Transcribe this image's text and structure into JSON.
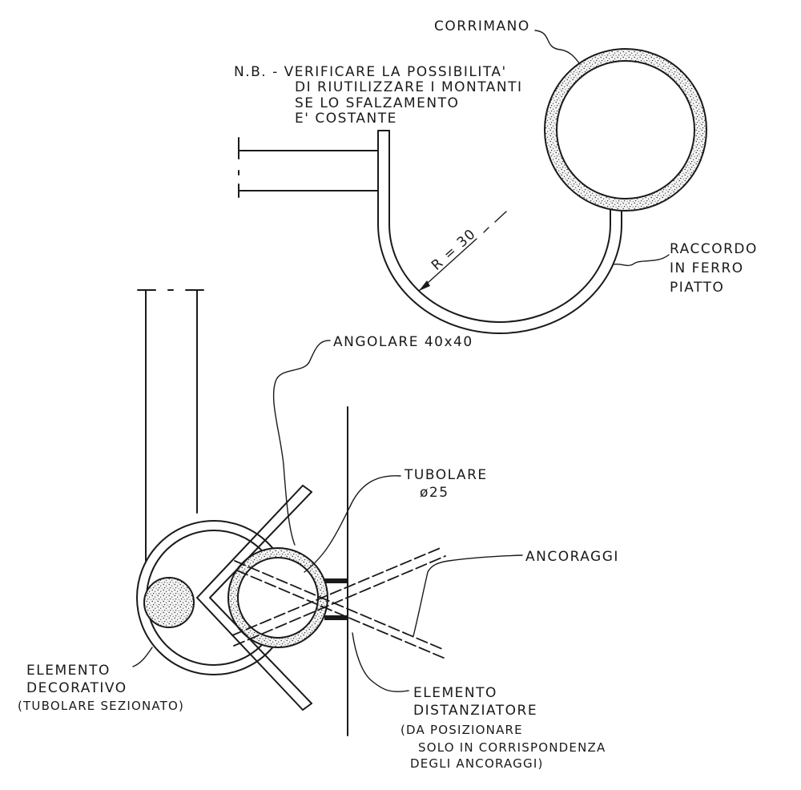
{
  "labels": {
    "corrimano": "CORRIMANO",
    "nb_line1": "N.B. - VERIFICARE LA POSSIBILITA'",
    "nb_line2": "DI RIUTILIZZARE I MONTANTI",
    "nb_line3": "SE LO SFALZAMENTO",
    "nb_line4": "E' COSTANTE",
    "radius": "R = 30",
    "raccordo_line1": "RACCORDO",
    "raccordo_line2": "IN FERRO",
    "raccordo_line3": "PIATTO",
    "angolare": "ANGOLARE 40x40",
    "tubolare_line1": "TUBOLARE",
    "tubolare_line2": "ø25",
    "ancoraggi": "ANCORAGGI",
    "elemento_dec_line1": "ELEMENTO",
    "elemento_dec_line2": "DECORATIVO",
    "elemento_dec_line3": "(TUBOLARE SEZIONATO)",
    "elemento_dist_line1": "ELEMENTO",
    "elemento_dist_line2": "DISTANZIATORE",
    "elemento_dist_line3": "(DA POSIZIONARE",
    "elemento_dist_line4": "SOLO IN CORRISPONDENZA",
    "elemento_dist_line5": "DEGLI ANCORAGGI)"
  }
}
